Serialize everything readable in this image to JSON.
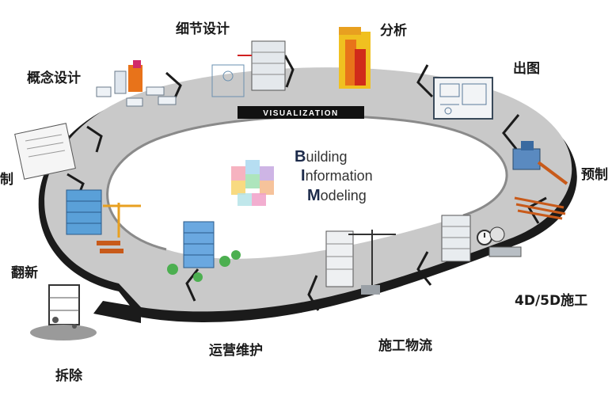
{
  "ring_label": "VISUALIZATION",
  "center": {
    "line1_initial": "B",
    "line1_rest": "uilding",
    "line2_initial": "I",
    "line2_rest": "nformation",
    "line3_initial": "M",
    "line3_rest": "odeling"
  },
  "stages": [
    {
      "id": "detail-design",
      "label": "细节设计"
    },
    {
      "id": "analysis",
      "label": "分析"
    },
    {
      "id": "drawing-output",
      "label": "出图"
    },
    {
      "id": "prefabrication",
      "label": "预制"
    },
    {
      "id": "construction-4d5d",
      "label": "4D/5D施工"
    },
    {
      "id": "construction-logistics",
      "label": "施工物流"
    },
    {
      "id": "operation-maintenance",
      "label": "运营维护"
    },
    {
      "id": "demolition",
      "label": "拆除"
    },
    {
      "id": "renovation",
      "label": "翻新"
    },
    {
      "id": "cut-label",
      "label": "制"
    },
    {
      "id": "concept-design",
      "label": "概念设计"
    }
  ],
  "colors": {
    "ring_top": "#c9c9c9",
    "ring_edge": "#1a1a1a",
    "accent_orange": "#e8731a",
    "accent_blue": "#4a9bd6"
  }
}
